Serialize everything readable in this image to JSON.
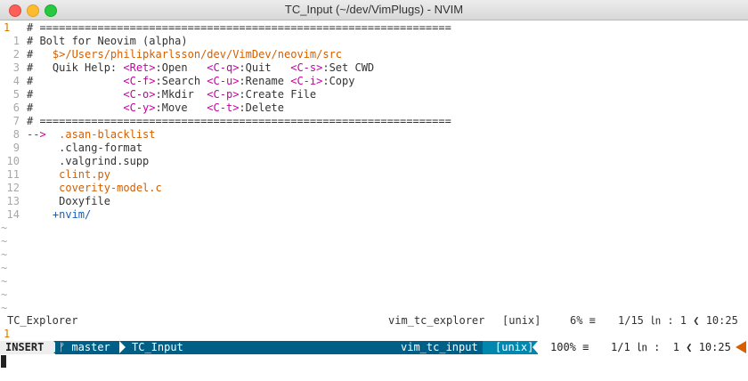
{
  "window": {
    "title": "TC_Input (~/dev/VimPlugs) - NVIM"
  },
  "editor": {
    "lines": [
      {
        "num": "1",
        "cur": true,
        "parts": [
          {
            "c": "c-comment",
            "t": "# ================================================================"
          }
        ]
      },
      {
        "num": "1",
        "parts": [
          {
            "c": "c-comment",
            "t": "# Bolt for Neovim (alpha)"
          }
        ]
      },
      {
        "num": "2",
        "parts": [
          {
            "c": "c-comment",
            "t": "#   "
          },
          {
            "c": "c-path",
            "t": "$>/Users/philipkarlsson/dev/VimDev/neovim/src"
          }
        ]
      },
      {
        "num": "3",
        "parts": [
          {
            "c": "c-comment",
            "t": "#   Quik Help: "
          },
          {
            "c": "c-key",
            "t": "<Ret>"
          },
          {
            "c": "c-comment",
            "t": ":Open   "
          },
          {
            "c": "c-key",
            "t": "<C-q>"
          },
          {
            "c": "c-comment",
            "t": ":Quit   "
          },
          {
            "c": "c-key",
            "t": "<C-s>"
          },
          {
            "c": "c-comment",
            "t": ":Set CWD"
          }
        ]
      },
      {
        "num": "4",
        "parts": [
          {
            "c": "c-comment",
            "t": "#              "
          },
          {
            "c": "c-key",
            "t": "<C-f>"
          },
          {
            "c": "c-comment",
            "t": ":Search "
          },
          {
            "c": "c-key",
            "t": "<C-u>"
          },
          {
            "c": "c-comment",
            "t": ":Rename "
          },
          {
            "c": "c-key",
            "t": "<C-i>"
          },
          {
            "c": "c-comment",
            "t": ":Copy"
          }
        ]
      },
      {
        "num": "5",
        "parts": [
          {
            "c": "c-comment",
            "t": "#              "
          },
          {
            "c": "c-key",
            "t": "<C-o>"
          },
          {
            "c": "c-comment",
            "t": ":Mkdir  "
          },
          {
            "c": "c-key",
            "t": "<C-p>"
          },
          {
            "c": "c-comment",
            "t": ":Create File"
          }
        ]
      },
      {
        "num": "6",
        "parts": [
          {
            "c": "c-comment",
            "t": "#              "
          },
          {
            "c": "c-key",
            "t": "<C-y>"
          },
          {
            "c": "c-comment",
            "t": ":Move   "
          },
          {
            "c": "c-key",
            "t": "<C-t>"
          },
          {
            "c": "c-comment",
            "t": ":Delete"
          }
        ]
      },
      {
        "num": "7",
        "parts": [
          {
            "c": "c-comment",
            "t": "# ================================================================"
          }
        ]
      },
      {
        "num": "8",
        "parts": [
          {
            "c": "c-arrow",
            "t": "-->  "
          },
          {
            "c": "c-orange",
            "t": ".asan-blacklist"
          }
        ]
      },
      {
        "num": "9",
        "parts": [
          {
            "c": "c-plain",
            "t": "     .clang-format"
          }
        ]
      },
      {
        "num": "10",
        "parts": [
          {
            "c": "c-plain",
            "t": "     .valgrind.supp"
          }
        ]
      },
      {
        "num": "11",
        "parts": [
          {
            "c": "c-orange",
            "t": "     clint.py"
          }
        ]
      },
      {
        "num": "12",
        "parts": [
          {
            "c": "c-orange",
            "t": "     coverity-model.c"
          }
        ]
      },
      {
        "num": "13",
        "parts": [
          {
            "c": "c-plain",
            "t": "     Doxyfile"
          }
        ]
      },
      {
        "num": "14",
        "parts": [
          {
            "c": "c-blue",
            "t": "    +nvim/"
          }
        ]
      }
    ],
    "tilde": "~",
    "tilde_count": 7
  },
  "statusline_inactive": {
    "name": "TC_Explorer",
    "filetype": "vim_tc_explorer",
    "format": "[unix]",
    "percent": "6% ≡",
    "position": "1/15 ㏑ :  1 ❮ 10:25"
  },
  "cmdline": {
    "text": "1"
  },
  "statusline_active": {
    "mode": "INSERT",
    "branch": "ᚠ master",
    "name": "TC_Input",
    "filetype": "vim_tc_input",
    "format": "[unix]",
    "percent": "100% ≡",
    "position": "1/1 ㏑ :  1 ❮ 10:25"
  },
  "colors": {
    "blue": "#005f87",
    "light_blue": "#0087af",
    "warning": "#d75f00"
  }
}
